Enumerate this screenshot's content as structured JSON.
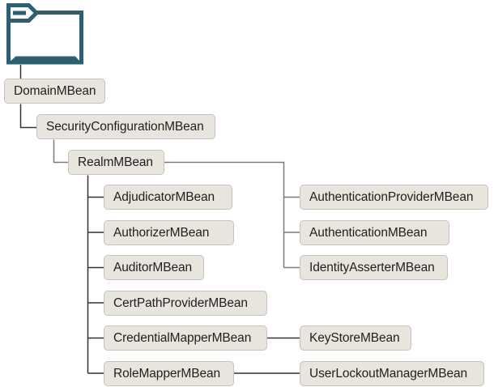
{
  "diagram": {
    "description": "WebLogic security MBean hierarchy tree",
    "icons": {
      "root": "folder-icon"
    },
    "colors": {
      "folder_icon": "#2e5f70",
      "node_fill": "#e8e5df",
      "node_border": "#c6c3bc",
      "node_text": "#1f1f1f",
      "connector_dark": "#333333",
      "connector_gray": "#7b7b7b",
      "background": "#ffffff"
    },
    "nodes": {
      "domain": "DomainMBean",
      "security_configuration": "SecurityConfigurationMBean",
      "realm": "RealmMBean",
      "adjudicator": "AdjudicatorMBean",
      "authorizer": "AuthorizerMBean",
      "auditor": "AuditorMBean",
      "cert_path_provider": "CertPathProviderMBean",
      "credential_mapper": "CredentialMapperMBean",
      "role_mapper": "RoleMapperMBean",
      "authentication_provider": "AuthenticationProviderMBean",
      "authentication": "AuthenticationMBean",
      "identity_asserter": "IdentityAsserterMBean",
      "key_store": "KeyStoreMBean",
      "user_lockout_manager": "UserLockoutManagerMBean"
    },
    "edges": [
      {
        "from": "folder-root",
        "to": "DomainMBean"
      },
      {
        "from": "DomainMBean",
        "to": "SecurityConfigurationMBean"
      },
      {
        "from": "SecurityConfigurationMBean",
        "to": "RealmMBean"
      },
      {
        "from": "RealmMBean",
        "to": "AdjudicatorMBean"
      },
      {
        "from": "RealmMBean",
        "to": "AuthorizerMBean"
      },
      {
        "from": "RealmMBean",
        "to": "AuditorMBean"
      },
      {
        "from": "RealmMBean",
        "to": "CertPathProviderMBean"
      },
      {
        "from": "RealmMBean",
        "to": "CredentialMapperMBean"
      },
      {
        "from": "RealmMBean",
        "to": "RoleMapperMBean"
      },
      {
        "from": "RealmMBean",
        "to": "AuthenticationProviderMBean"
      },
      {
        "from": "RealmMBean",
        "to": "AuthenticationMBean"
      },
      {
        "from": "RealmMBean",
        "to": "IdentityAsserterMBean"
      },
      {
        "from": "CredentialMapperMBean",
        "to": "KeyStoreMBean"
      },
      {
        "from": "RoleMapperMBean",
        "to": "UserLockoutManagerMBean"
      }
    ]
  }
}
